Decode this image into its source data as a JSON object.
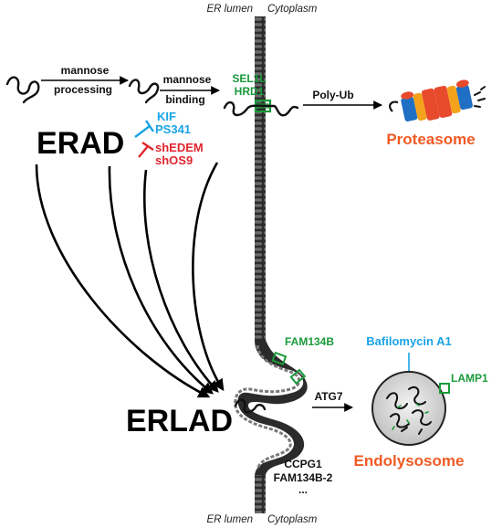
{
  "compartments": {
    "top_left": "ER lumen",
    "top_right": "Cytoplasm",
    "bottom_left": "ER lumen",
    "bottom_right": "Cytoplasm"
  },
  "steps": {
    "mannose_processing_1": "mannose",
    "mannose_processing_2": "processing",
    "mannose_binding_1": "mannose",
    "mannose_binding_2": "binding",
    "poly_ub": "Poly-Ub",
    "atg7": "ATG7"
  },
  "pathways": {
    "erad": "ERAD",
    "erlad": "ERLAD"
  },
  "inhibitors": {
    "kif": "KIF",
    "ps341": "PS341",
    "shedem": "shEDEM",
    "shos9": "shOS9",
    "bafilomycin": "Bafilomycin A1"
  },
  "proteins": {
    "sel1l": "SEL1L",
    "hrd1": "HRD1",
    "fam134b": "FAM134B",
    "lamp1": "LAMP1",
    "ccpg1": "CCPG1",
    "fam134b_2": "FAM134B-2",
    "ellipsis": "..."
  },
  "destinations": {
    "proteasome": "Proteasome",
    "endolysosome": "Endolysosome"
  },
  "colors": {
    "green": "#1a9a3a",
    "blue": "#1aa3e6",
    "red": "#e0262e",
    "orange": "#f05a24",
    "membrane": "#2b2b2b"
  }
}
